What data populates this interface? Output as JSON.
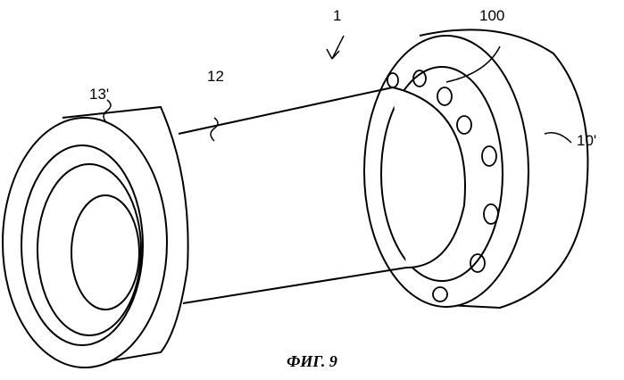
{
  "figure": {
    "caption": "ФИГ. 9",
    "labels": {
      "assembly": "1",
      "hole": "100",
      "left_ring": "13'",
      "tube": "12",
      "flange": "10'"
    }
  }
}
